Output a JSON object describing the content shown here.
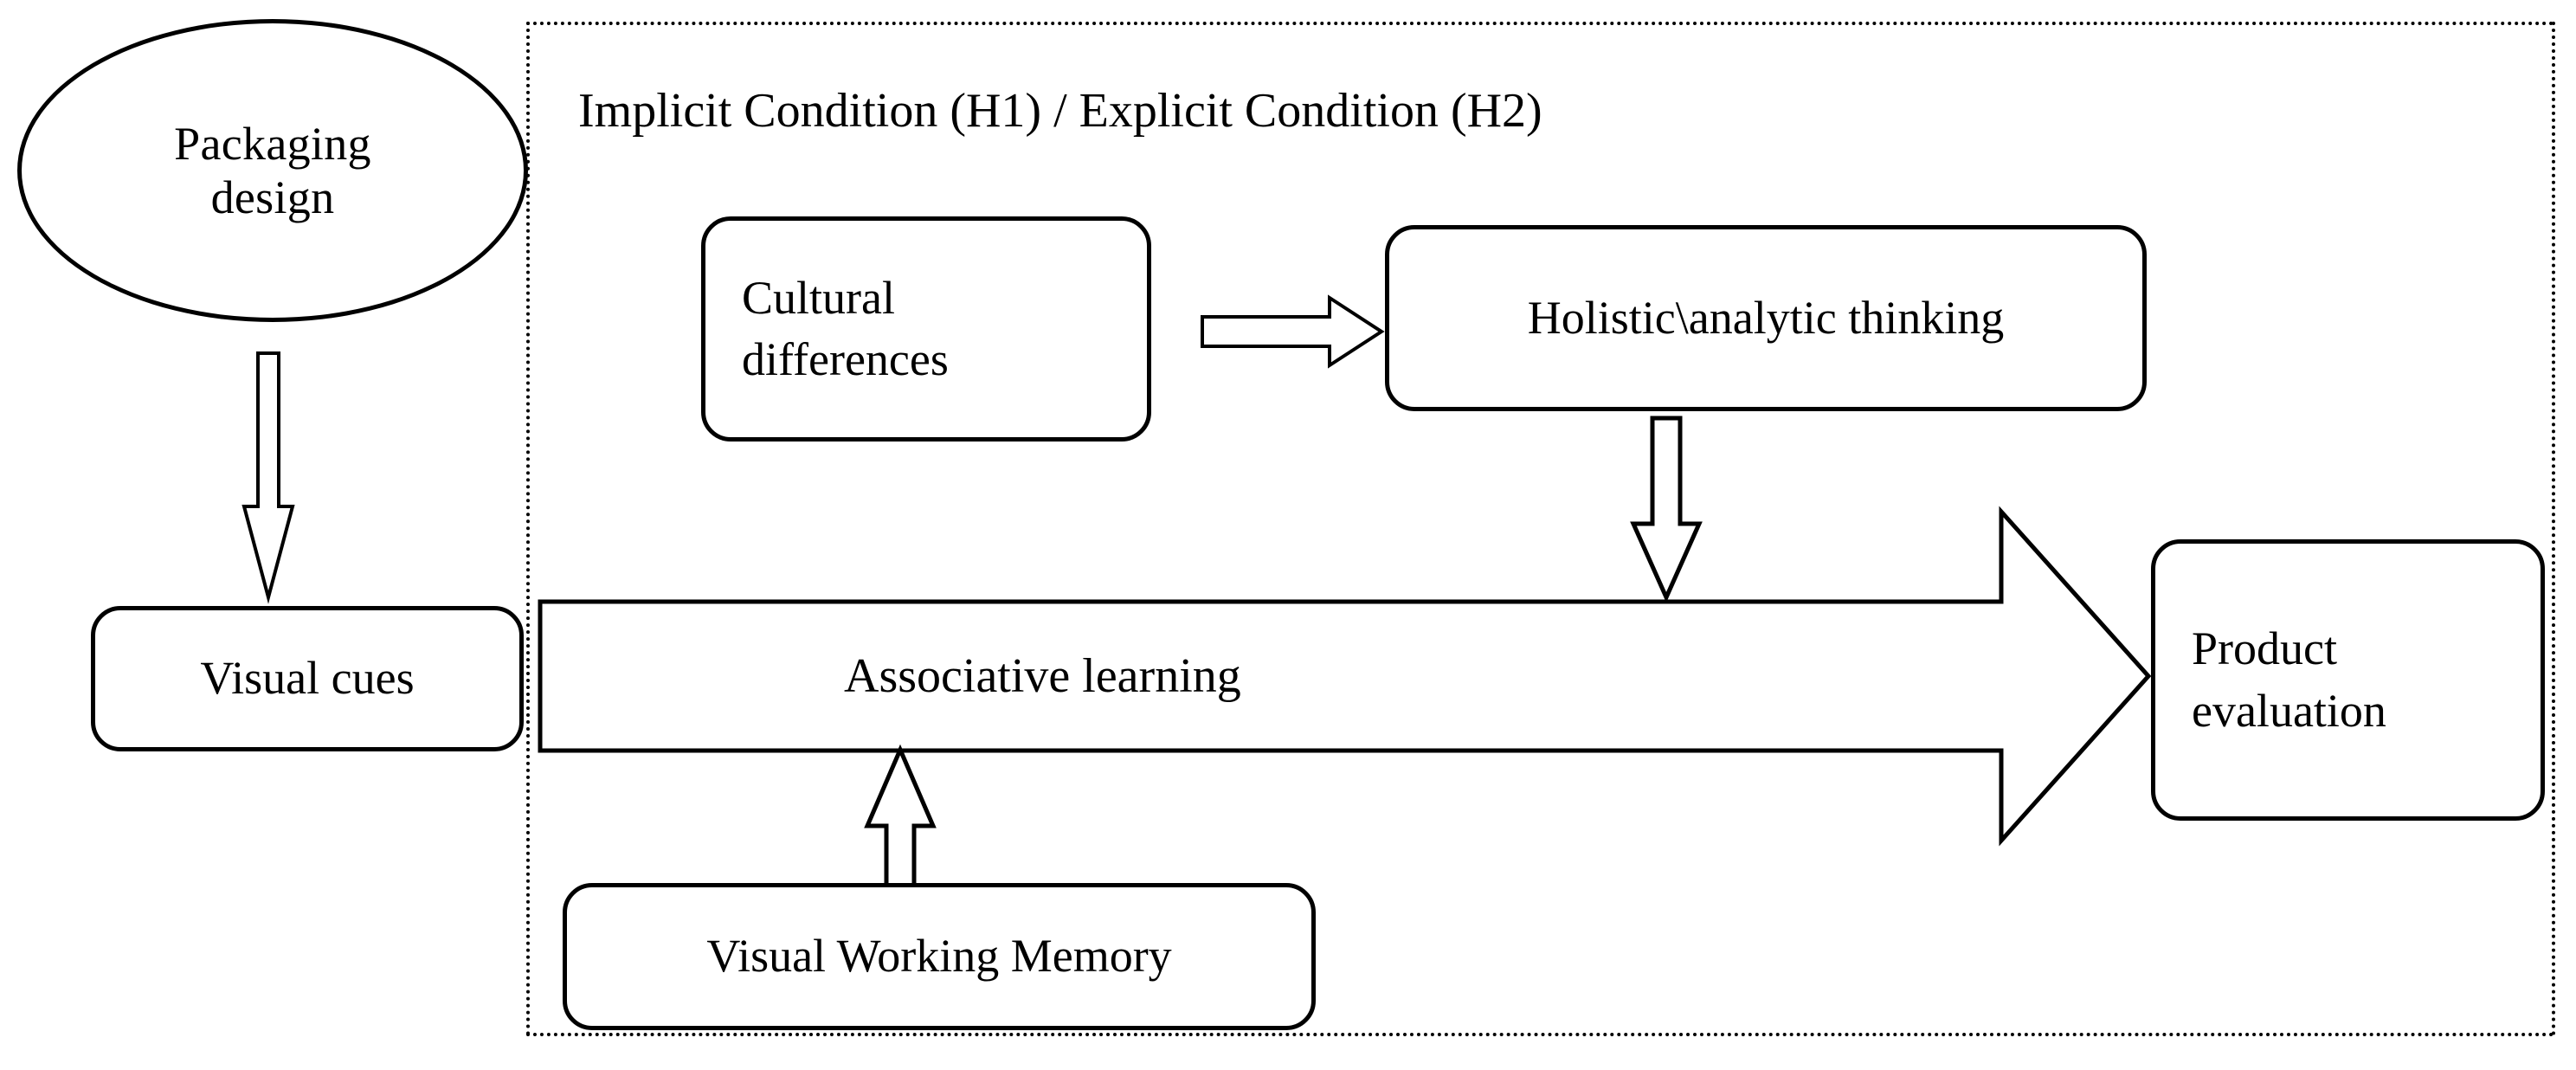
{
  "diagram": {
    "title": "Implicit Condition (H1) / Explicit Condition (H2)",
    "nodes": {
      "packaging_design": "Packaging design",
      "packaging_design_line1": "Packaging",
      "packaging_design_line2": "design",
      "visual_cues": "Visual cues",
      "cultural_differences_line1": "Cultural",
      "cultural_differences_line2": "differences",
      "holistic_analytic_thinking": "Holistic\\analytic thinking",
      "associative_learning": "Associative learning",
      "visual_working_memory": "Visual Working Memory",
      "product_evaluation_line1": "Product",
      "product_evaluation_line2": "evaluation"
    },
    "connectors": {
      "packaging_to_visual_cues": "down-arrow-icon",
      "cultural_to_holistic": "right-arrow-icon",
      "holistic_to_associative": "down-arrow-icon",
      "vwm_to_associative": "up-arrow-icon",
      "associative_to_product": "right-block-arrow-icon"
    },
    "colors": {
      "stroke": "#000000",
      "background": "#ffffff"
    }
  }
}
